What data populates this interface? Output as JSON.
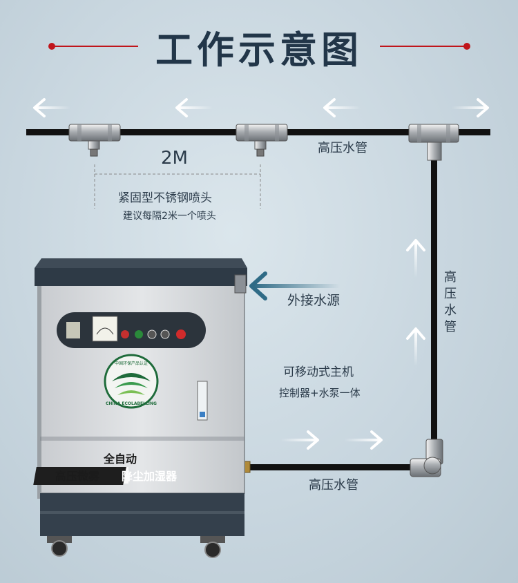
{
  "title": "工作示意图",
  "labels": {
    "pipe_top": "高压水管",
    "pipe_right": "高压水管",
    "pipe_bottom": "高压水管",
    "spacing": "2M",
    "nozzle_name": "紧固型不锈钢喷头",
    "nozzle_tip": "建议每隔2米一个喷头",
    "water_inlet": "外接水源",
    "machine_name": "可移动式主机",
    "machine_desc": "控制器+水泵一体"
  },
  "machine": {
    "badge_top": "全自动",
    "badge_left": "高压微雾",
    "badge_right": "降尘加湿器",
    "logo_text": "CHINA ECOLABELLING",
    "logo_top": "中国环保产品认证"
  },
  "colors": {
    "title_accent": "#c0151b",
    "title_text": "#223649",
    "pipe": "#111111",
    "inlet_arrow": "#2f6b86",
    "machine_panel": "#d6d9dc",
    "machine_base": "#34404c"
  }
}
